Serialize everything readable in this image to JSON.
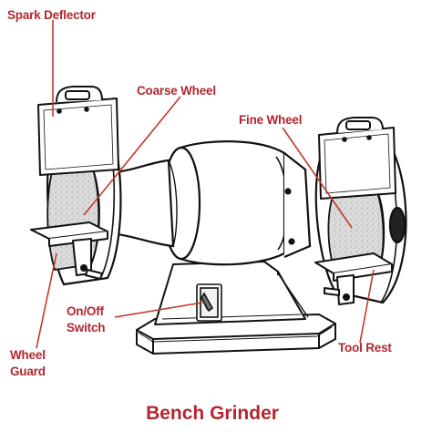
{
  "title": "Bench Grinder",
  "colors": {
    "label": "#b3262f",
    "leader": "#c0392b",
    "outline": "#111111",
    "wheel_fill": "#d6d6d6",
    "background": "#ffffff"
  },
  "labels": {
    "spark_deflector": "Spark Deflector",
    "coarse_wheel": "Coarse Wheel",
    "fine_wheel": "Fine Wheel",
    "on_off_line1": "On/Off",
    "on_off_line2": "Switch",
    "wheel_line1": "Wheel",
    "wheel_line2": "Guard",
    "tool_rest": "Tool Rest"
  }
}
